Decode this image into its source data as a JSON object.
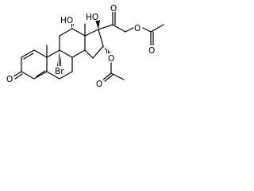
{
  "diagram": {
    "type": "chemical-structure",
    "atom_labels": {
      "oxo_c3": "O",
      "oh_c11": "HO",
      "bromo_c9": "Br",
      "oh_c17": "HO",
      "oxo_c20": "O",
      "ester_o_c21": "O",
      "ester_co_c21": "O",
      "ester_o_c16": "O",
      "ester_co_c16": "O"
    },
    "colors": {
      "bond": "#000000",
      "label": "#000000",
      "background": "#ffffff"
    }
  }
}
